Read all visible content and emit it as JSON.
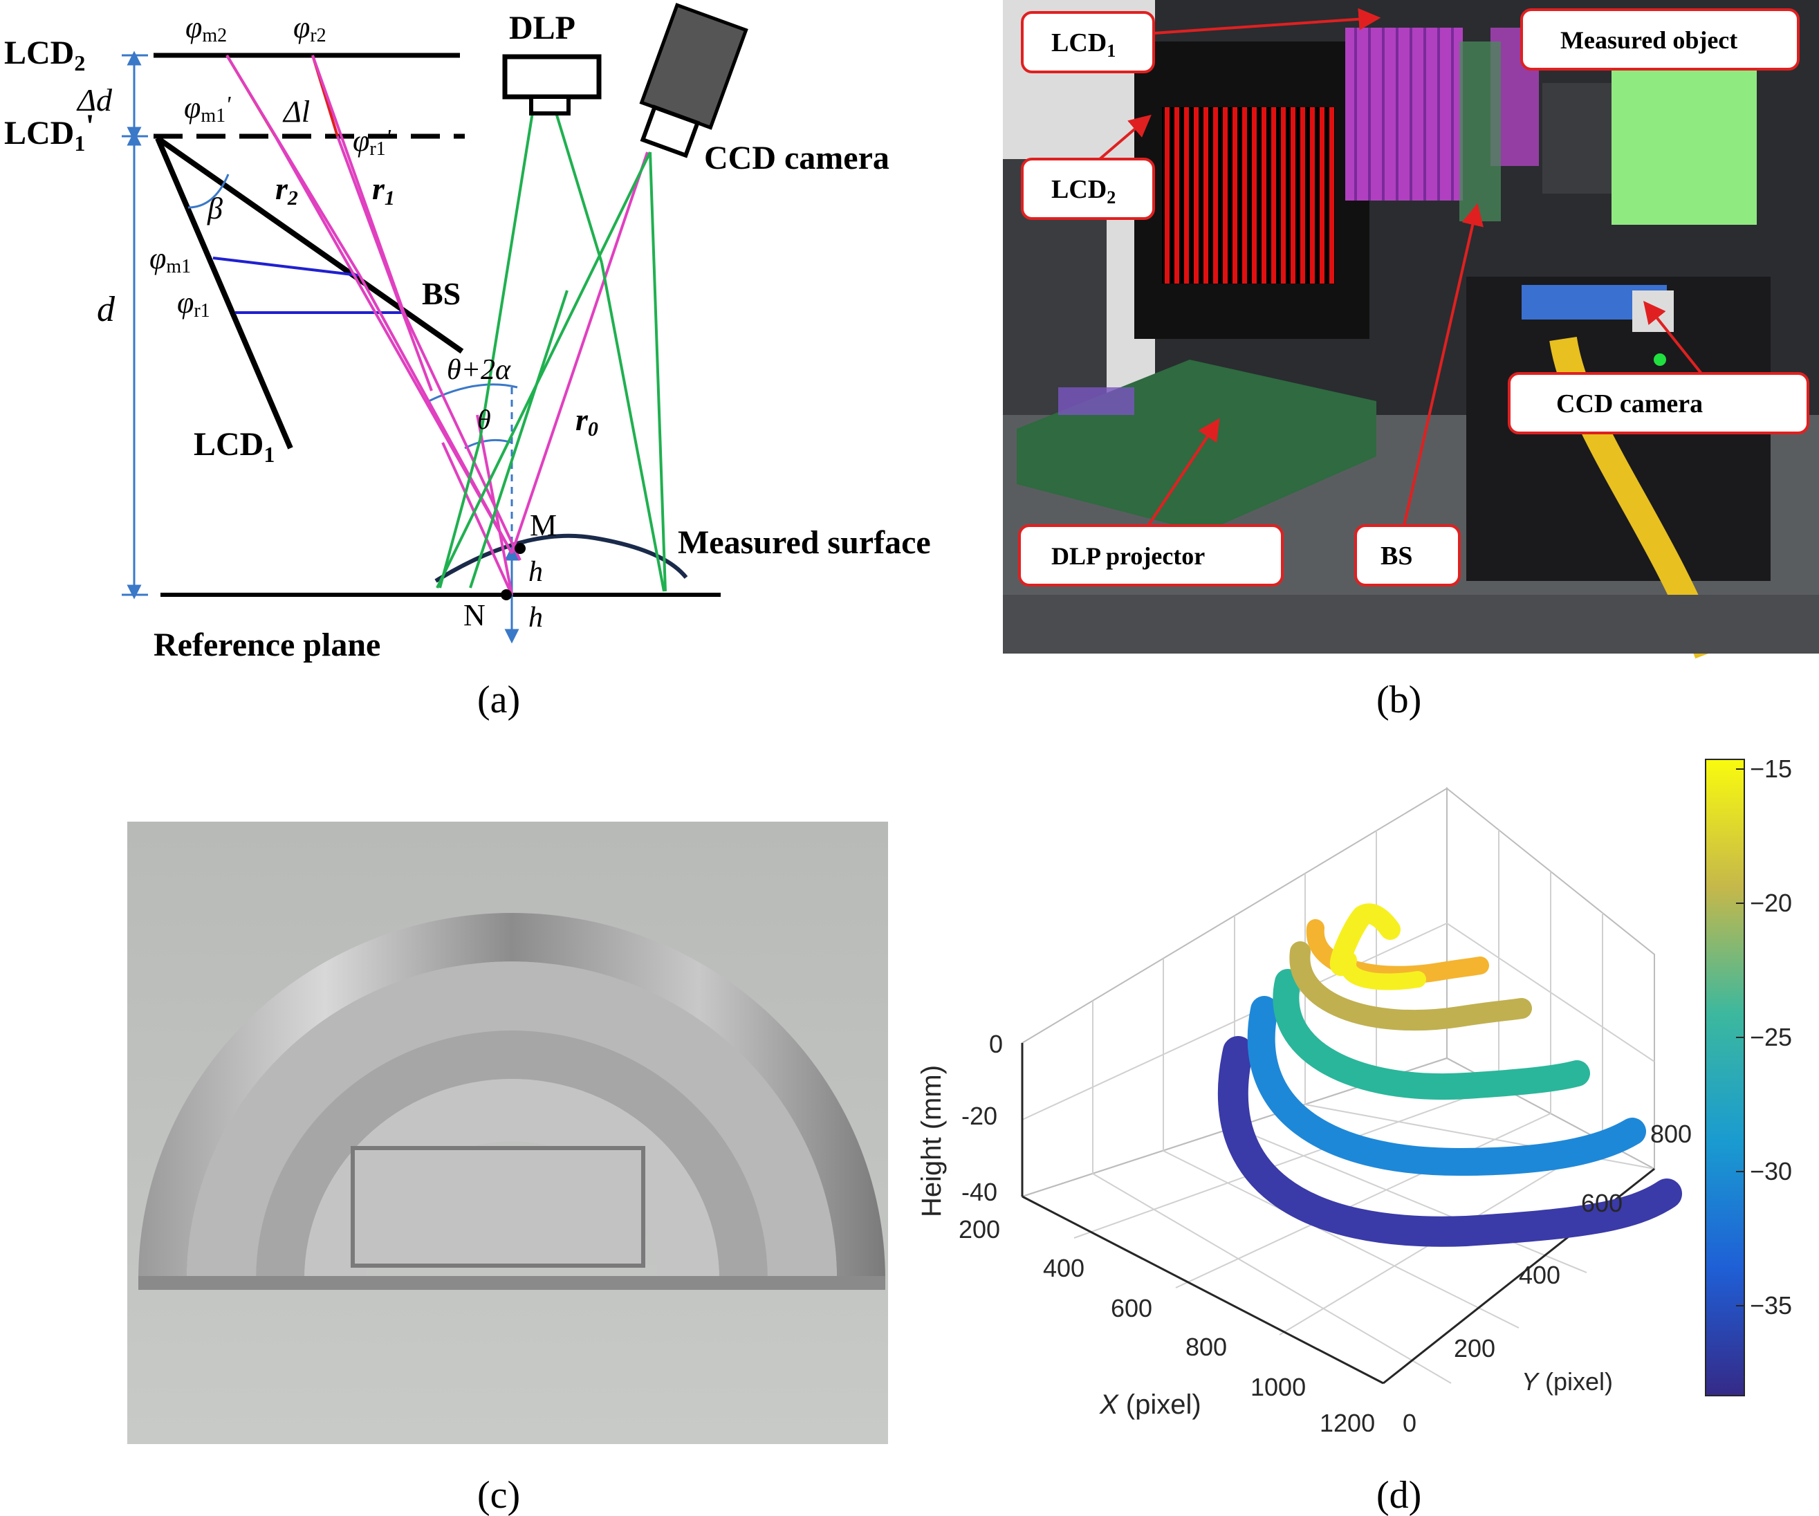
{
  "panels": {
    "a": {
      "caption": "(a)"
    },
    "b": {
      "caption": "(b)"
    },
    "c": {
      "caption": "(c)"
    },
    "d": {
      "caption": "(d)"
    }
  },
  "diagram_a": {
    "lcd2": "LCD",
    "lcd2_sub": "2",
    "lcd1p": "LCD",
    "lcd1p_sub": "1",
    "lcd1p_prime": "'",
    "lcd1": "LCD",
    "lcd1_sub": "1",
    "delta_d": "Δd",
    "d": "d",
    "phi": "φ",
    "phi_m2_sub": "m2",
    "phi_r2_sub": "r2",
    "phi_m1p_sub": "m1",
    "phi_r1p_sub": "r1",
    "prime": "'",
    "phi_m1_sub": "m1",
    "phi_r1_sub": "r1",
    "delta_l": "Δl",
    "beta": "β",
    "r2": "r",
    "r2_sub": "2",
    "r1": "r",
    "r1_sub": "1",
    "r0": "r",
    "r0_sub": "0",
    "bs": "BS",
    "theta2a": "θ+2α",
    "theta": "θ",
    "dlp": "DLP",
    "ccd": "CCD camera",
    "measured_surface": "Measured surface",
    "m": "M",
    "n": "N",
    "h1": "h",
    "h2": "h",
    "reference_plane": "Reference plane"
  },
  "photo_b": {
    "labels": {
      "lcd1": "LCD",
      "lcd1_sub": "1",
      "lcd2": "LCD",
      "lcd2_sub": "2",
      "measured_object": "Measured object",
      "ccd": "CCD camera",
      "dlp": "DLP projector",
      "bs": "BS"
    },
    "colors": {
      "label_border": "#e02020",
      "arrow": "#e02020"
    }
  },
  "chart_data": {
    "type": "surface3d",
    "xlabel_var": "X",
    "xlabel_unit": " (pixel)",
    "ylabel_var": "Y",
    "ylabel_unit": " (pixel)",
    "zlabel": "Height (mm)",
    "x_ticks": [
      "200",
      "400",
      "600",
      "800",
      "1000",
      "1200"
    ],
    "y_ticks": [
      "0",
      "200",
      "400",
      "600",
      "800"
    ],
    "z_ticks": [
      "0",
      "-20",
      "-40"
    ],
    "colorbar_ticks": [
      "−15",
      "−20",
      "−25",
      "−30",
      "−35"
    ],
    "colorbar_range": [
      -38.5,
      -14.5
    ],
    "colormap": "parula",
    "grid": true,
    "colorbar_position": "right",
    "rings": [
      {
        "height": -37,
        "color": "#3a3aa8"
      },
      {
        "height": -33,
        "color": "#1e88d8"
      },
      {
        "height": -27,
        "color": "#2ab69a"
      },
      {
        "height": -22,
        "color": "#c0b050"
      },
      {
        "height": -19,
        "color": "#f4b430"
      },
      {
        "height": -15,
        "color": "#f6f020"
      }
    ]
  }
}
